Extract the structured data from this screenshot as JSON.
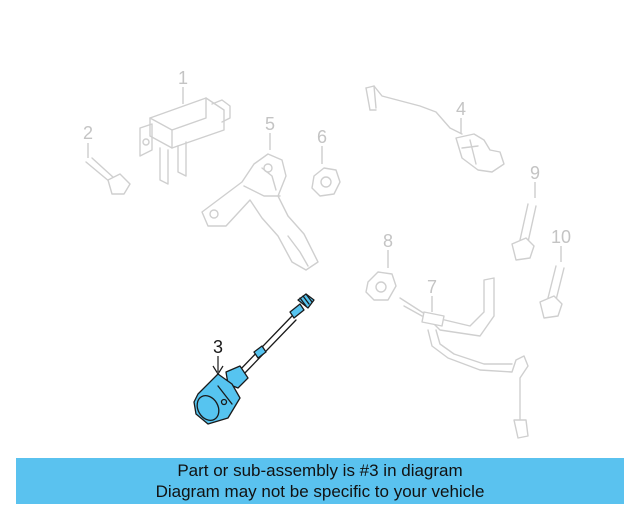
{
  "callouts": [
    "1",
    "2",
    "3",
    "4",
    "5",
    "6",
    "7",
    "8",
    "9",
    "10"
  ],
  "highlighted_callout": "3",
  "colors": {
    "highlight": "#56c4f0",
    "banner": "#5ac2ef",
    "ghost_lines": "#cfcfcf"
  },
  "banner": {
    "line1": "Part or sub-assembly is #3 in diagram",
    "line2": "Diagram may not be specific to your vehicle"
  }
}
